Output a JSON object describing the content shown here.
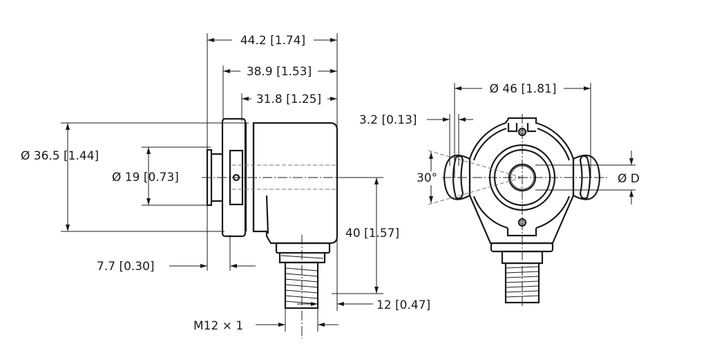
{
  "title": "Encoder dimensional drawing",
  "side_view": {
    "dim_overall_length": "44.2 [1.74]",
    "dim_housing_length": "38.9 [1.53]",
    "dim_body_length": "31.8 [1.25]",
    "dim_housing_diameter": "Ø 36.5 [1.44]",
    "dim_shaft_diameter": "Ø 19 [0.73]",
    "dim_flange_thickness": "7.7 [0.30]",
    "dim_connector_height": "40 [1.57]",
    "dim_connector_offset": "12 [0.47]",
    "dim_connector_thread": "M12 × 1"
  },
  "front_view": {
    "dim_mount_diameter": "Ø 46 [1.81]",
    "dim_slot_width": "3.2 [0.13]",
    "dim_slot_angle": "30°",
    "dim_bore_diameter": "Ø D"
  }
}
